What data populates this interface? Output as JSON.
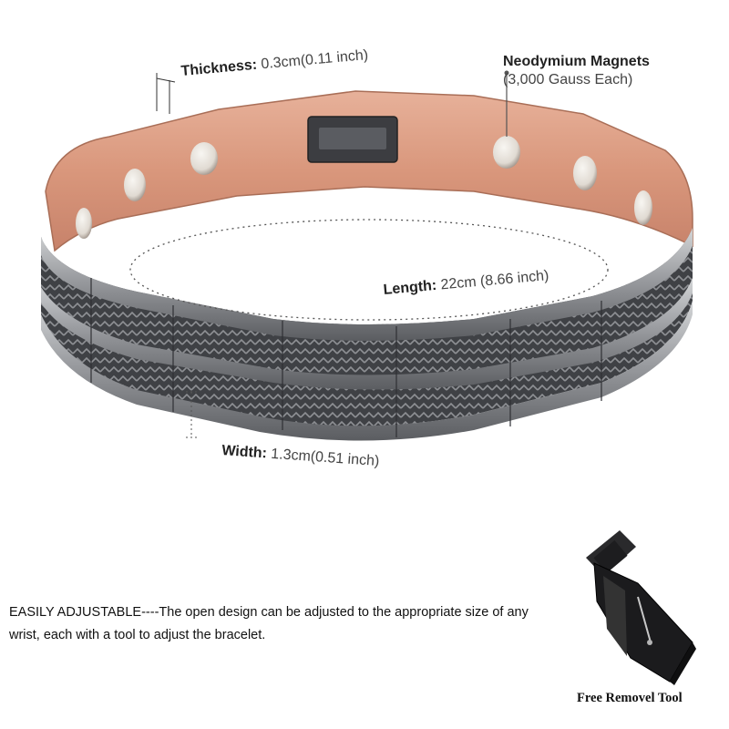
{
  "annotations": {
    "thickness": {
      "label": "Thickness:",
      "value": "0.3cm(0.11 inch)"
    },
    "length": {
      "label": "Length:",
      "value": "22cm (8.66 inch)"
    },
    "width": {
      "label": "Width:",
      "value": "1.3cm(0.51 inch)"
    },
    "magnets": {
      "label": "Neodymium Magnets",
      "value": "(3,000 Gauss Each)"
    }
  },
  "description": {
    "heading": "EASILY ADJUSTABLE",
    "text": "----The open design can be adjusted to the appropriate size of any wrist, each with a tool to adjust the bracelet."
  },
  "tool_label": "Free Removel Tool",
  "colors": {
    "copper": "#d9977c",
    "gunmetal": "#5b5d61",
    "steel_highlight": "#b9bbbe",
    "magnet": "#e8e4df"
  }
}
